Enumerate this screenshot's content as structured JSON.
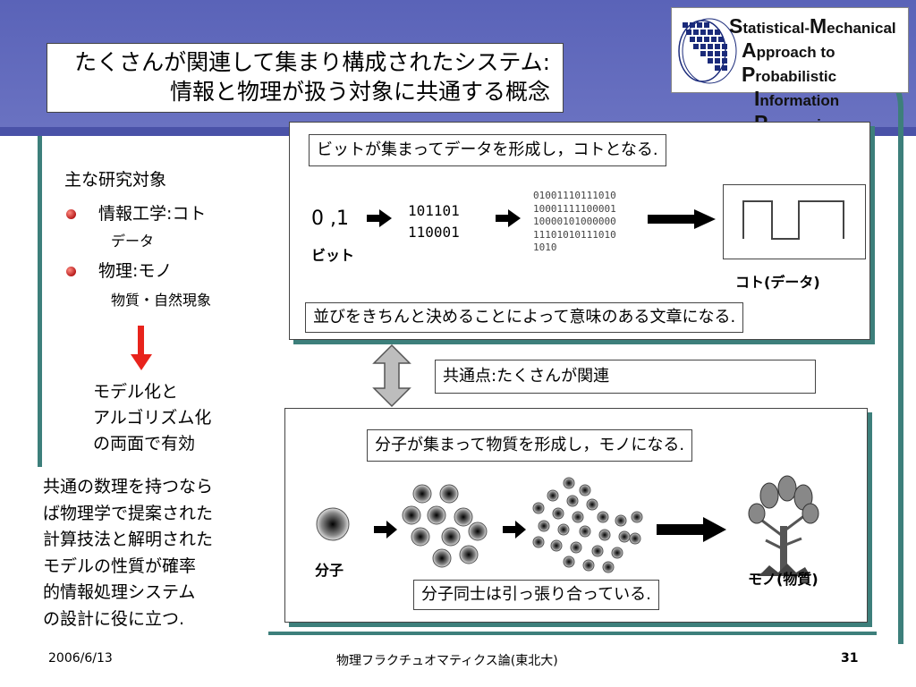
{
  "title": {
    "line1": "たくさんが関連して集まり構成されたシステム:",
    "line2": "情報と物理が扱う対象に共通する概念"
  },
  "logo": {
    "line1_initial": "S",
    "line1_rest": "tatistical-",
    "line1_initial2": "M",
    "line1_rest2": "echanical",
    "line2_initial": "A",
    "line2_rest": "pproach to ",
    "line2_initial2": "P",
    "line2_rest2": "robabilistic",
    "line3_initial": "I",
    "line3_rest": "nformation ",
    "line3_initial2": "P",
    "line3_rest2": "rocessing"
  },
  "left": {
    "heading": "主な研究対象",
    "item1": "情報工学:コト",
    "item1_sub": "データ",
    "item2": "物理:モノ",
    "item2_sub": "物質・自然現象",
    "modeling": [
      "モデル化と",
      "アルゴリズム化",
      "の両面で有効"
    ],
    "common": [
      "共通の数理を持つなら",
      "ば物理学で提案された",
      "計算技法と解明された",
      "モデルの性質が確率",
      "的情報処理システム",
      "の設計に役に立つ."
    ]
  },
  "top_panel": {
    "header": "ビットが集まってデータを形成し，コトとなる.",
    "bits": "0 ,1",
    "bits_label": "ビット",
    "short_lines": [
      "101101",
      "110001"
    ],
    "long_lines": [
      "01001110111010",
      "10001111100001",
      "10000101000000",
      "11101010111010",
      "1010"
    ],
    "koto_label": "コト(データ)",
    "footer": "並びをきちんと決めることによって意味のある文章になる."
  },
  "common_point": "共通点:たくさんが関連",
  "bottom_panel": {
    "header": "分子が集まって物質を形成し，モノになる.",
    "molecule_label": "分子",
    "mono_label": "モノ(物質)",
    "footer": "分子同士は引っ張り合っている."
  },
  "footer": {
    "date": "2006/6/13",
    "course": "物理フラクチュオマティクス論(東北大)",
    "page": "31"
  },
  "colors": {
    "header_band": "#5a63b8",
    "accent_teal": "#3d7f7b",
    "down_arrow": "#e8231c"
  }
}
